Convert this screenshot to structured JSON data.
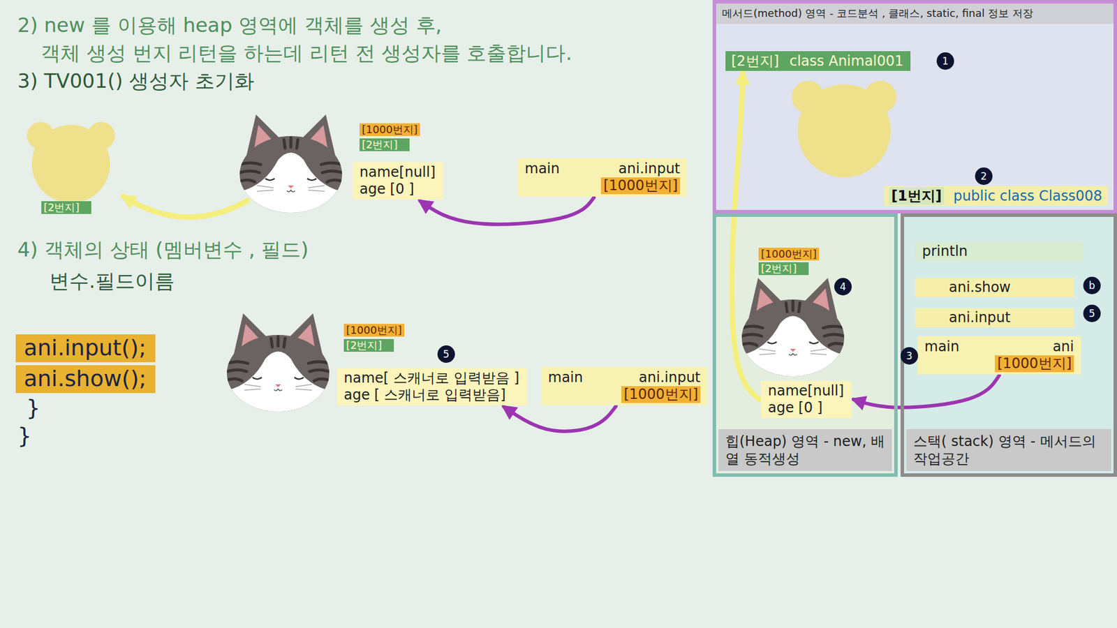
{
  "diagram": {
    "nodes": [
      {
        "text": [
          "name[null]",
          "age [0 ]"
        ]
      },
      {
        "text": [
          "main",
          "ani.input",
          "[1000번지]"
        ]
      },
      {
        "text": [
          "name[ 스캐너로 입력받음 ]",
          "age [ 스캐너로 입력받음]"
        ]
      },
      {
        "text": [
          "main",
          "ani.input",
          "[1000번지]"
        ]
      },
      {
        "text": [
          "ani.input();"
        ]
      },
      {
        "text": [
          "ani.show();"
        ]
      },
      {
        "text": [
          "메서드(method) 영역 - 코드분석 , 클래스, static, final 정보 저장"
        ]
      },
      {
        "text": [
          "[2번지]",
          "class Animal001"
        ],
        "in": 6
      },
      {
        "text": [
          "[1번지]",
          "public class Class008"
        ],
        "in": 6
      },
      {
        "text": [
          "힙(Heap) 영역 - new, 배열 동적생성"
        ]
      },
      {
        "text": [
          "name[null]",
          "age [0 ]"
        ],
        "in": 9
      },
      {
        "text": [
          "스택( stack) 영역 - 메서드의 작업공간"
        ]
      },
      {
        "text": [
          "println"
        ],
        "in": 11
      },
      {
        "text": [
          "ani.show"
        ],
        "in": 11
      },
      {
        "text": [
          "ani.input"
        ],
        "in": 11
      },
      {
        "text": [
          "main",
          "ani",
          "[1000번지]"
        ],
        "in": 11
      }
    ],
    "edges": [
      {
        "from": 1,
        "to": 0,
        "arrow": "to"
      },
      {
        "from": 3,
        "to": 2,
        "arrow": "to"
      },
      {
        "from": 15,
        "to": 10,
        "arrow": "to"
      },
      {
        "from": 10,
        "to": 7,
        "arrow": "to"
      }
    ],
    "labels": [
      "2) new 를 이용해 heap 영역에 객체를 생성 후,",
      "객체 생성 번지 리턴을 하는데 리턴 전 생성자를 호출합니다.",
      "3) TV001() 생성자 초기화",
      "[2번지]",
      "[1000번지]",
      "[2번지]",
      "4) 객체의 상태 (멤버변수 , 필드)",
      "변수.필드이름",
      "[1000번지]",
      "[2번지]",
      "5",
      "}",
      "}",
      "1",
      "2",
      "[1000번지]",
      "[2번지]",
      "4",
      "b",
      "5",
      "3"
    ]
  }
}
